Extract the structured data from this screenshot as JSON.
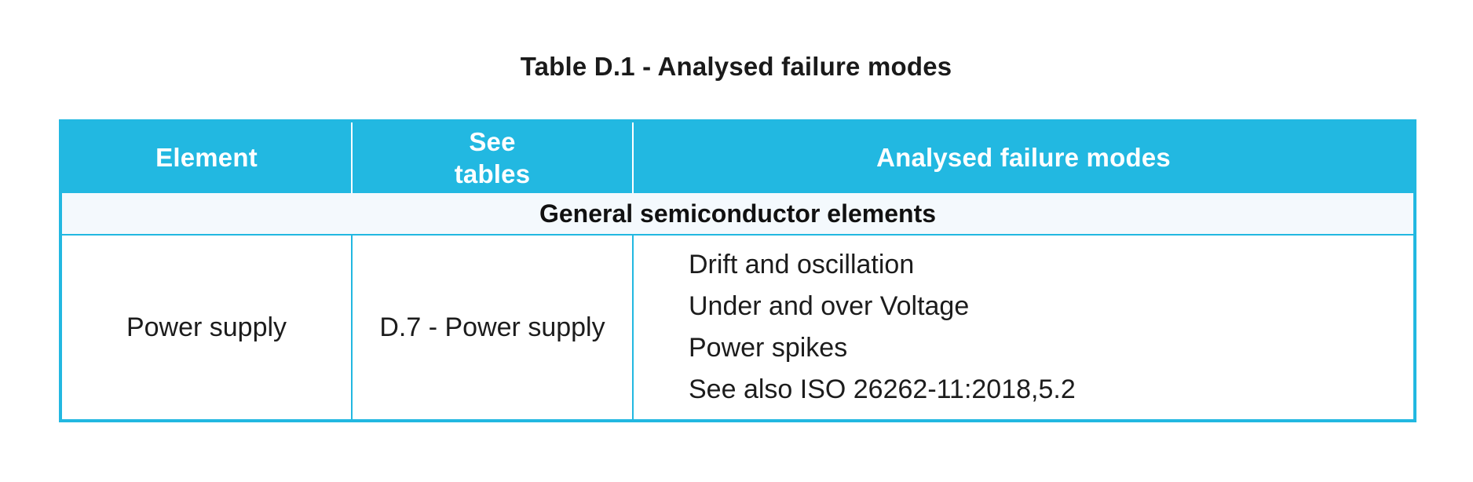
{
  "colors": {
    "accent_cyan": "#22b8e1",
    "section_bg": "#f4f9fd",
    "header_text": "#ffffff",
    "body_text": "#1c1c1c"
  },
  "title": "Table D.1 - Analysed failure modes",
  "table": {
    "columns": [
      {
        "label": "Element"
      },
      {
        "label": "See\ntables"
      },
      {
        "label": "Analysed failure modes"
      }
    ],
    "section_header": "General semiconductor elements",
    "rows": [
      {
        "element": "Power supply",
        "see_tables": "D.7 - Power supply",
        "failure_modes": [
          "Drift and oscillation",
          "Under and over Voltage",
          "Power spikes",
          "See also ISO 26262-11:2018,5.2"
        ]
      }
    ]
  }
}
